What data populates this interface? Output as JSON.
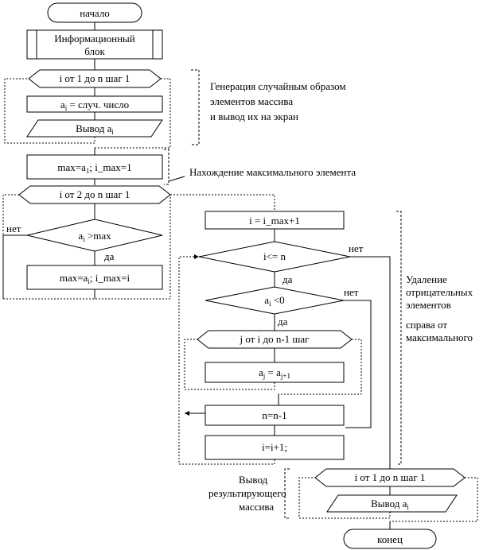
{
  "blocks": {
    "start": "начало",
    "info": [
      "Информационный",
      "блок"
    ],
    "loop1": "i от 1 до n шаг 1",
    "assign_rand": {
      "var": "a",
      "sub": "i",
      "rest": " = случ. число"
    },
    "output_ai": {
      "text": "Вывод a",
      "sub": "i"
    },
    "init_max": {
      "a": "max=a",
      "sub": "1",
      "rest": ";   i_max=1"
    },
    "loop2": "i от 2 до n шаг 1",
    "cond_max": {
      "var": "a",
      "sub": "i",
      "rest": " >max"
    },
    "update_max": {
      "a": "max=a",
      "sub": "i",
      "rest": ";   i_max=i"
    },
    "set_i": "i = i_max+1",
    "cond_i": "i<= n",
    "cond_neg": {
      "var": "a",
      "sub": "i",
      "rest": " <0"
    },
    "loop_j": "j от i до n-1 шаг",
    "shift": {
      "a": "a",
      "sub1": "j",
      "mid": " = a",
      "sub2": "j+1"
    },
    "dec_n": "n=n-1",
    "inc_i": "i=i+1;",
    "loop3": "i от 1 до n шаг 1",
    "output_final": {
      "text": "Вывод a",
      "sub": "i"
    },
    "end": "конец"
  },
  "branch_labels": {
    "no1": "нет",
    "yes1": "да",
    "no2": "нет",
    "yes2": "да",
    "no3": "нет",
    "yes3": "да"
  },
  "comments": {
    "generate": [
      "Генерация случайным образом",
      "элементов массива",
      "и вывод их на экран"
    ],
    "find_max": "Нахождение максимального элемента",
    "delete_neg": [
      "Удаление",
      "отрицательных",
      "элементов",
      "справа от",
      "максимального"
    ],
    "output_result": [
      "Вывод",
      "результирующего",
      "массива"
    ]
  }
}
